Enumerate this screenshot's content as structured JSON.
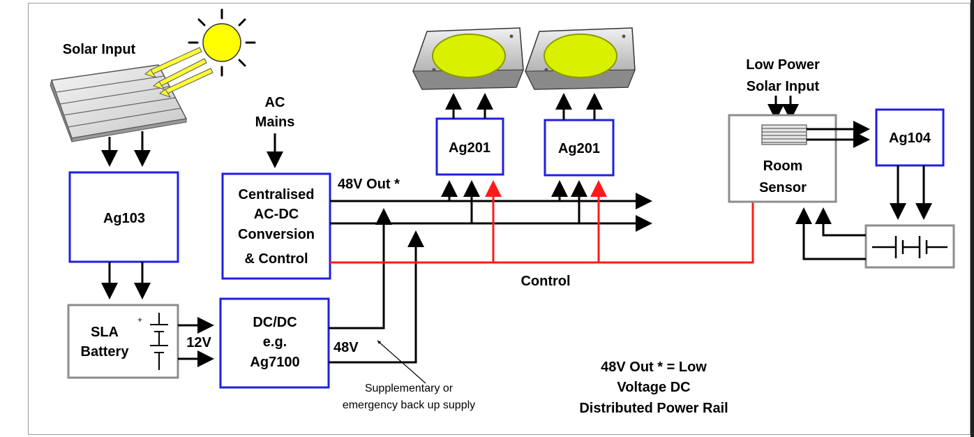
{
  "labels": {
    "solar_input": "Solar Input",
    "ac_mains": [
      "AC",
      "Mains"
    ],
    "low_power_solar": [
      "Low Power",
      "Solar Input"
    ],
    "out_48v": "48V Out *",
    "v12": "12V",
    "v48": "48V",
    "control": "Control",
    "supplementary": [
      "Supplementary or",
      "emergency back up supply"
    ],
    "note": [
      "48V Out * = Low",
      "Voltage DC",
      "Distributed Power Rail"
    ]
  },
  "blocks": {
    "ag103": "Ag103",
    "central": [
      "Centralised",
      "AC-DC",
      "Conversion",
      "& Control"
    ],
    "dcdc": [
      "DC/DC",
      "e.g.",
      "Ag7100"
    ],
    "ag201": "Ag201",
    "ag104": "Ag104",
    "sla": [
      "SLA",
      "Battery"
    ],
    "room": [
      "Room",
      "Sensor"
    ]
  },
  "colors": {
    "block_border_blue": "#1f1fe0",
    "block_border_grey": "#8c8c8c",
    "control_line": "#ff1a1a",
    "sun": "#ffff00",
    "led_lens": "#d9f000"
  }
}
